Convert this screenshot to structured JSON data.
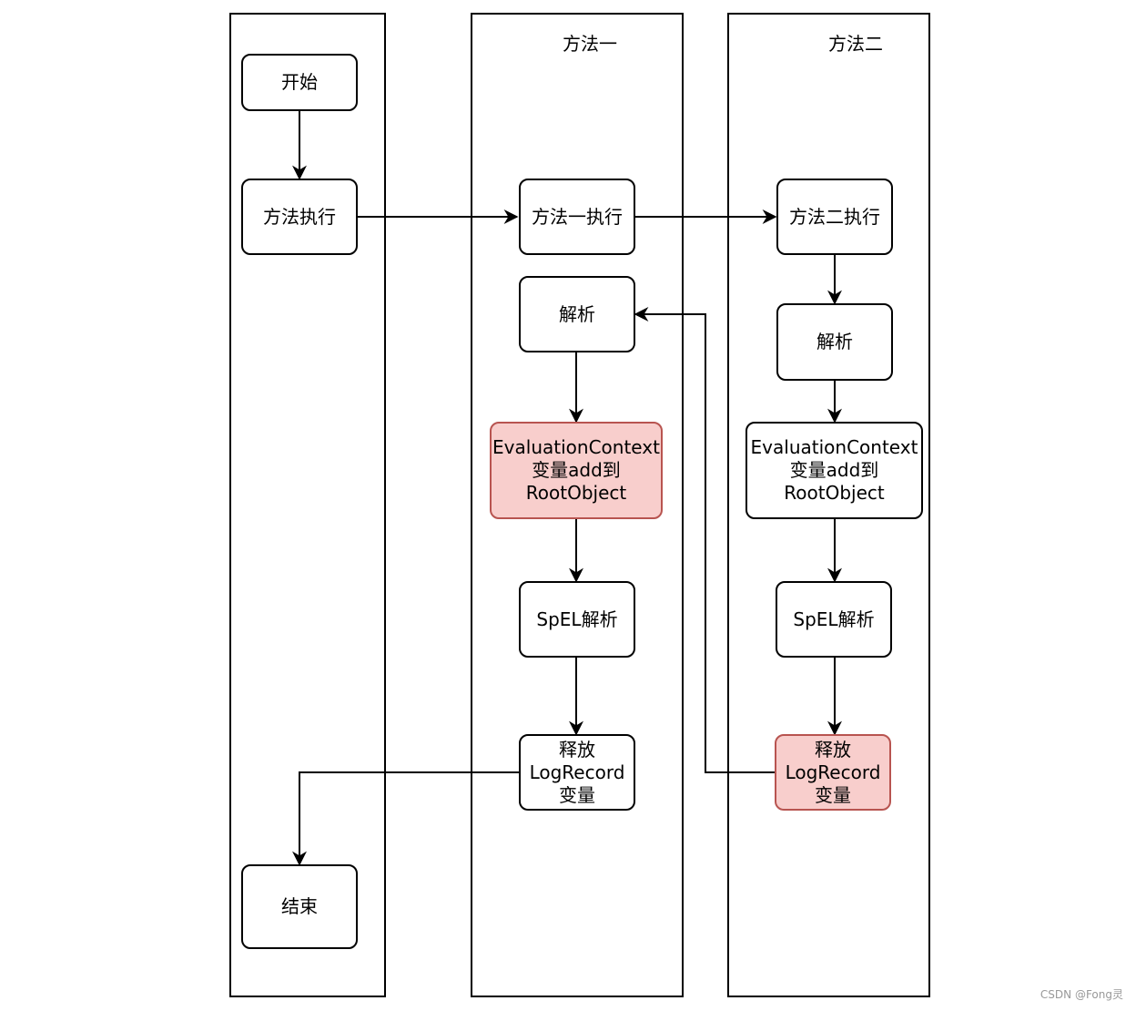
{
  "lanes": {
    "method1_title": "方法一",
    "method2_title": "方法二"
  },
  "nodes": {
    "start": "开始",
    "method_exec": "方法执行",
    "end": "结束",
    "m1_exec": "方法一执行",
    "m1_parse": "解析",
    "m1_context": "EvaluationContext\n变量add到\nRootObject",
    "m1_spel": "SpEL解析",
    "m1_release": "释放\nLogRecord\n变量",
    "m2_exec": "方法二执行",
    "m2_parse": "解析",
    "m2_context": "EvaluationContext\n变量add到\nRootObject",
    "m2_spel": "SpEL解析",
    "m2_release": "释放\nLogRecord\n变量"
  },
  "colors": {
    "highlight_fill": "#f8cecc",
    "highlight_stroke": "#b85450",
    "line": "#000000"
  },
  "watermark": "CSDN @Fong灵"
}
